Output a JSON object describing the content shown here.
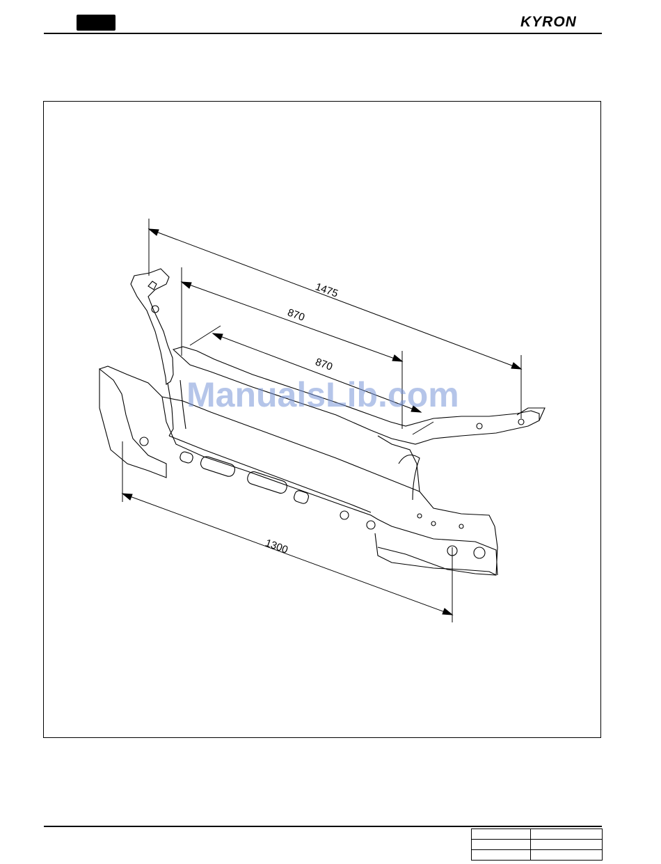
{
  "header": {
    "brand": "KYRON"
  },
  "figure": {
    "dimensions": [
      {
        "id": "outer-top",
        "value": "1475"
      },
      {
        "id": "inner-top",
        "value": "870"
      },
      {
        "id": "inner-mid",
        "value": "870"
      },
      {
        "id": "lower",
        "value": "1300"
      }
    ]
  },
  "watermark": "ManualsLib.com",
  "footer": {
    "table_rows": [
      [
        "",
        ""
      ],
      [
        "",
        ""
      ],
      [
        "",
        ""
      ]
    ]
  }
}
